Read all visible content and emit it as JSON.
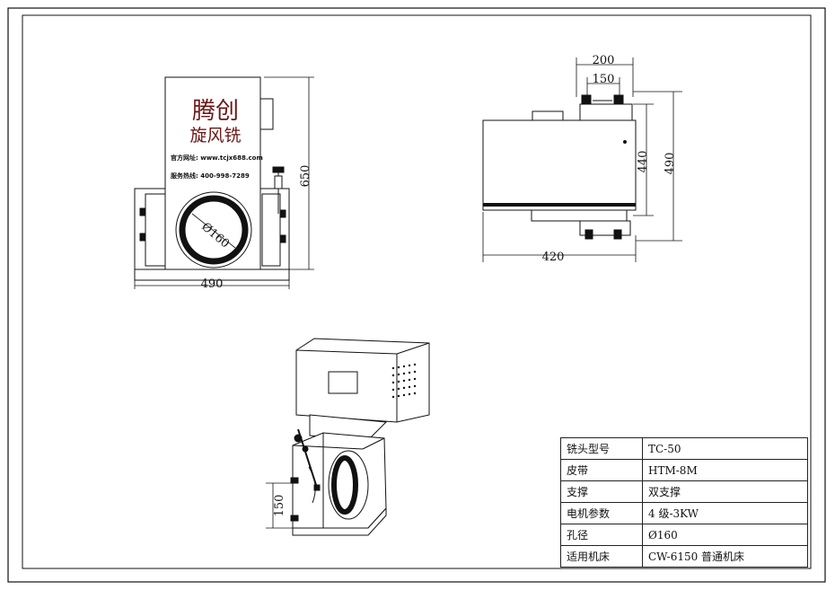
{
  "front_view": {
    "brand_line1": "腾创",
    "brand_line2": "旋风铣",
    "website": "官方网址: www.tcjx688.com",
    "hotline": "服务热线: 400-998-7289",
    "dim_width": "490",
    "dim_height": "650",
    "dim_bore": "Ø160"
  },
  "side_view": {
    "dim_top_outer": "200",
    "dim_top_inner": "150",
    "dim_height_inner": "440",
    "dim_height_outer": "490",
    "dim_depth": "420"
  },
  "iso_view": {
    "dim_height": "150"
  },
  "spec_table": [
    {
      "key": "铣头型号",
      "value": "TC-50"
    },
    {
      "key": "皮带",
      "value": "HTM-8M"
    },
    {
      "key": "支撑",
      "value": "双支撑"
    },
    {
      "key": "电机参数",
      "value": "4 级-3KW"
    },
    {
      "key": "孔径",
      "value": "Ø160"
    },
    {
      "key": "适用机床",
      "value": "CW-6150 普通机床"
    }
  ]
}
